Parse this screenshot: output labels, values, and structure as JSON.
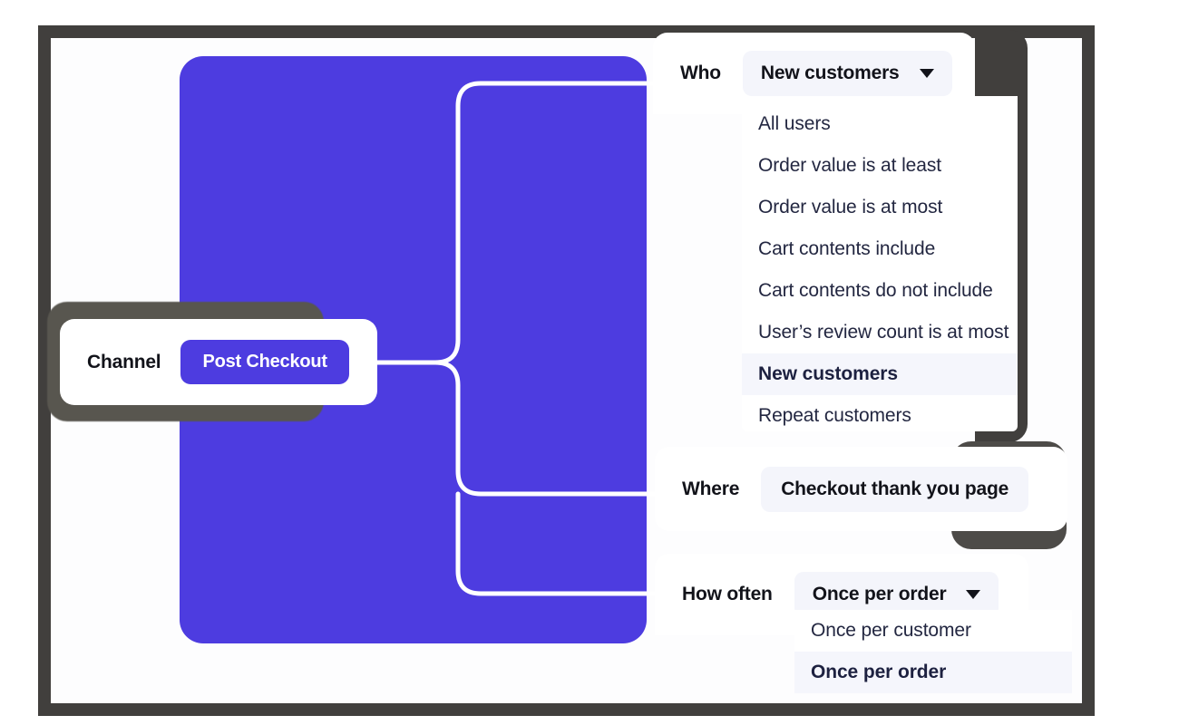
{
  "theme": {
    "frame_color": "#413f3d",
    "canvas_purple": "#4d3ce0",
    "card_white": "#ffffff",
    "pill_soft": "#f4f5fb",
    "selected_row": "#f5f6fc",
    "text_dark": "#12131a",
    "text_list": "#232741",
    "connector_white": "#ffffff"
  },
  "channel": {
    "label": "Channel",
    "value": "Post Checkout"
  },
  "who": {
    "label": "Who",
    "value": "New customers",
    "caret_icon": "chevron-down-icon",
    "options": [
      {
        "label": "All users",
        "selected": false
      },
      {
        "label": "Order value is at least",
        "selected": false
      },
      {
        "label": "Order value is at most",
        "selected": false
      },
      {
        "label": "Cart contents include",
        "selected": false
      },
      {
        "label": "Cart contents do not include",
        "selected": false
      },
      {
        "label": "User’s review count is at most",
        "selected": false
      },
      {
        "label": "New customers",
        "selected": true
      },
      {
        "label": "Repeat customers",
        "selected": false
      }
    ]
  },
  "where": {
    "label": "Where",
    "value": "Checkout thank you page"
  },
  "how_often": {
    "label": "How often",
    "value": "Once per order",
    "caret_icon": "chevron-down-icon",
    "options": [
      {
        "label": "Once per customer",
        "selected": false
      },
      {
        "label": "Once per order",
        "selected": true
      }
    ]
  }
}
